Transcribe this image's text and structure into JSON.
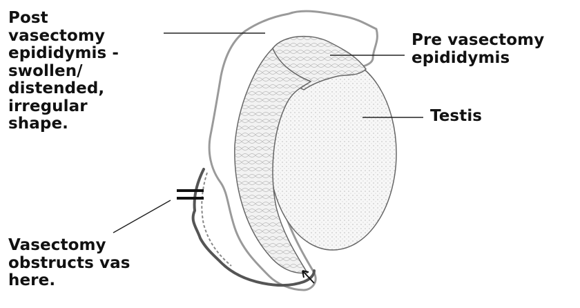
{
  "labels": {
    "post_vasectomy": [
      "Post",
      "vasectomy",
      "epididymis -",
      "swollen/",
      "distended,",
      "irregular",
      "shape."
    ],
    "pre_vasectomy": [
      "Pre vasectomy",
      "epididymis"
    ],
    "testis": [
      "Testis"
    ],
    "vasectomy_site": [
      "Vasectomy",
      "obstructs vas",
      "here."
    ]
  },
  "colors": {
    "text": "#111111",
    "outline": "#555555",
    "swollen_outline": "#999999",
    "leader": "#222222"
  }
}
